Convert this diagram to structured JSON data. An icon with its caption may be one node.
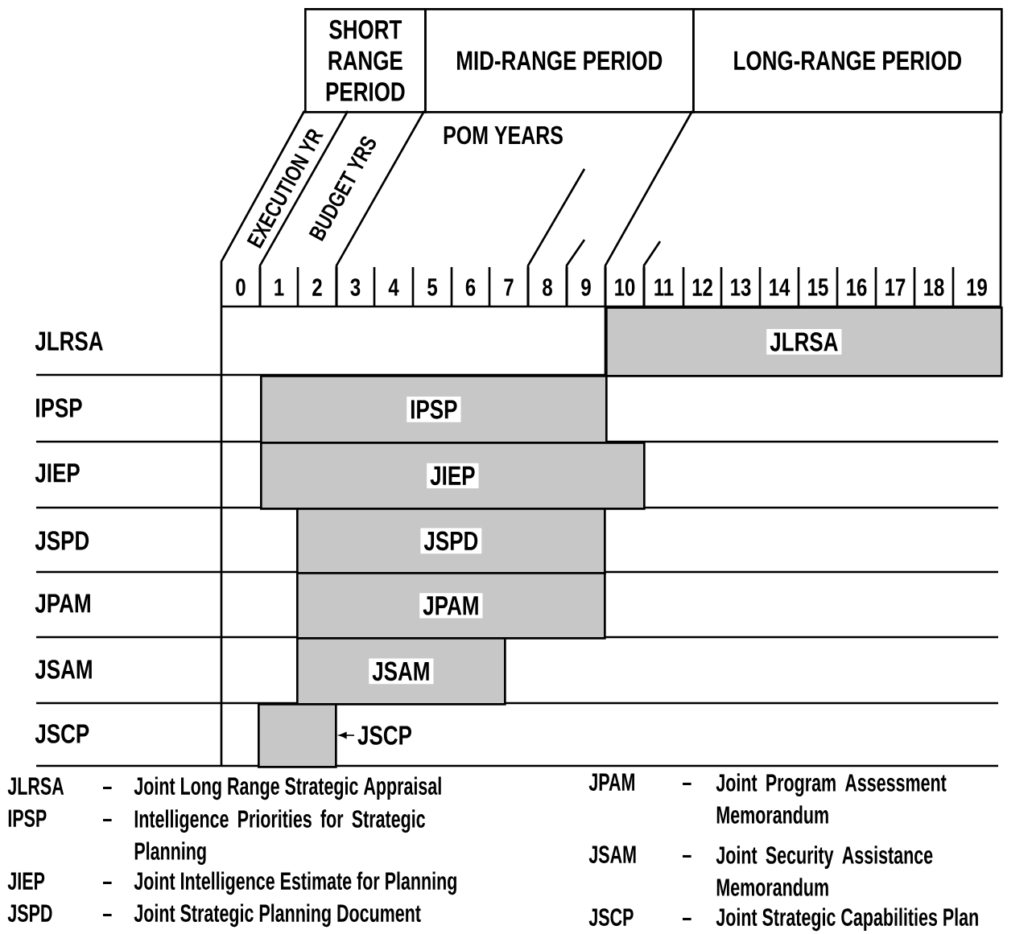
{
  "diagram": {
    "nodes": [
      {
        "text": [
          "SHORT RANGE PERIOD"
        ]
      },
      {
        "text": [
          "MID-RANGE PERIOD"
        ]
      },
      {
        "text": [
          "LONG-RANGE PERIOD"
        ]
      },
      {
        "text": [
          "JLRSA"
        ]
      },
      {
        "text": [
          "IPSP"
        ]
      },
      {
        "text": [
          "JIEP"
        ]
      },
      {
        "text": [
          "JSPD"
        ]
      },
      {
        "text": [
          "JPAM"
        ]
      },
      {
        "text": [
          "JSAM"
        ]
      },
      {
        "text": [],
        "shape": "bar"
      },
      {
        "text": [
          "JSCP"
        ]
      }
    ],
    "edges": [
      {
        "from": 10,
        "to": 9,
        "arrow": "to"
      }
    ],
    "labels": [
      "EXECUTION YR",
      "BUDGET YRS",
      "POM  YEARS",
      "0",
      "1",
      "2",
      "3",
      "4",
      "5",
      "6",
      "7",
      "8",
      "9",
      "10",
      "11",
      "12",
      "13",
      "14",
      "15",
      "16",
      "17",
      "18",
      "19",
      "JLRSA",
      "IPSP",
      "JIEP",
      "JSPD",
      "JPAM",
      "JSAM",
      "JSCP",
      "JLRSA",
      "–",
      "Joint Long Range Strategic Appraisal",
      "IPSP",
      "–",
      "Intelligence Priorities for Strategic Planning",
      "JIEP",
      "–",
      "Joint Intelligence Estimate for Planning",
      "JSPD",
      "–",
      "Joint Strategic Planning Document",
      "JPAM",
      "–",
      "Joint Program Assessment Memorandum",
      "JSAM",
      "–",
      "Joint Security Assistance Memorandum",
      "JSCP",
      "–",
      "Joint Strategic Capabilities Plan"
    ]
  }
}
